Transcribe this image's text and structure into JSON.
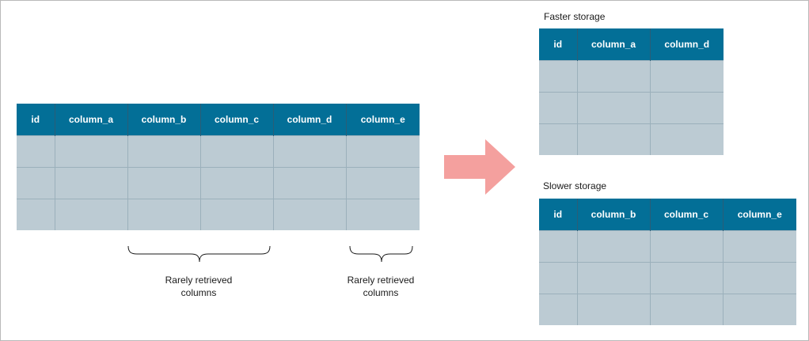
{
  "source_table": {
    "columns": [
      "id",
      "column_a",
      "column_b",
      "column_c",
      "column_d",
      "column_e"
    ],
    "rows": 3
  },
  "brace_labels": {
    "left": {
      "line1": "Rarely retrieved",
      "line2": "columns"
    },
    "right": {
      "line1": "Rarely retrieved",
      "line2": "columns"
    }
  },
  "fast_table": {
    "title": "Faster storage",
    "columns": [
      "id",
      "column_a",
      "column_d"
    ],
    "rows": 3
  },
  "slow_table": {
    "title": "Slower storage",
    "columns": [
      "id",
      "column_b",
      "column_c",
      "column_e"
    ],
    "rows": 3
  },
  "colors": {
    "header_bg": "#036f97",
    "header_text": "#ffffff",
    "cell_bg": "#bccbd3",
    "arrow": "#f4a09e"
  }
}
